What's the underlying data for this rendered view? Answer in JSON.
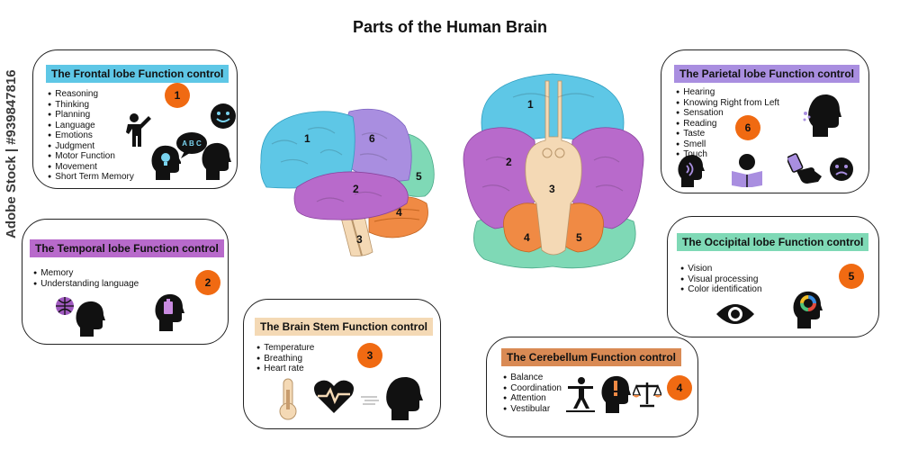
{
  "title": "Parts of the Human Brain",
  "watermark": "Adobe Stock | #939847816",
  "colors": {
    "frontal": "#5ec7e6",
    "temporal": "#b86acb",
    "parietal": "#a98ee0",
    "occipital": "#7fd9b6",
    "cerebellum": "#f08a44",
    "brainstem": "#f4d9b5",
    "badge": "#f06a12"
  },
  "cards": {
    "frontal": {
      "title": "The Frontal lobe Function control",
      "number": "1",
      "items": [
        "Reasoning",
        "Thinking",
        "Planning",
        "Language",
        "Emotions",
        "Judgment",
        "Motor Function",
        "Movement",
        "Short Term Memory"
      ],
      "icons": [
        "person-pointing-icon",
        "smiley-face-icon",
        "abc-speech-bubble-icon",
        "head-lightbulb-icon",
        "head-profile-icon"
      ],
      "bubble_text": "A B C"
    },
    "temporal": {
      "title": "The Temporal lobe Function control",
      "number": "2",
      "items": [
        "Memory",
        "Understanding language"
      ],
      "icons": [
        "globe-head-icon",
        "head-battery-icon"
      ]
    },
    "brainstem": {
      "title": "The Brain Stem Function control",
      "number": "3",
      "items": [
        "Temperature",
        "Breathing",
        "Heart rate"
      ],
      "icons": [
        "thermometer-icon",
        "heart-pulse-icon",
        "head-breathing-icon"
      ]
    },
    "cerebellum": {
      "title": "The Cerebellum Function control",
      "number": "4",
      "items": [
        "Balance",
        "Coordination",
        "Attention",
        "Vestibular"
      ],
      "icons": [
        "tightrope-walker-icon",
        "head-alert-icon",
        "balance-scale-icon"
      ]
    },
    "occipital": {
      "title": "The Occipital lobe Function control",
      "number": "5",
      "items": [
        "Vision",
        "Visual processing",
        "Color identification"
      ],
      "icons": [
        "eye-icon",
        "head-color-wheel-icon"
      ]
    },
    "parietal": {
      "title": "The Parietal lobe Function control",
      "number": "6",
      "items": [
        "Hearing",
        "Knowing Right from Left",
        "Sensation",
        "Reading",
        "Taste",
        "Smell",
        "Touch"
      ],
      "icons": [
        "head-smell-icon",
        "head-sound-icon",
        "person-reading-icon",
        "hand-pointing-phone-icon",
        "sad-face-icon"
      ]
    }
  },
  "brain_side_labels": [
    "1",
    "6",
    "2",
    "5",
    "4",
    "3"
  ],
  "brain_bottom_labels": [
    "1",
    "2",
    "3",
    "4",
    "5"
  ]
}
